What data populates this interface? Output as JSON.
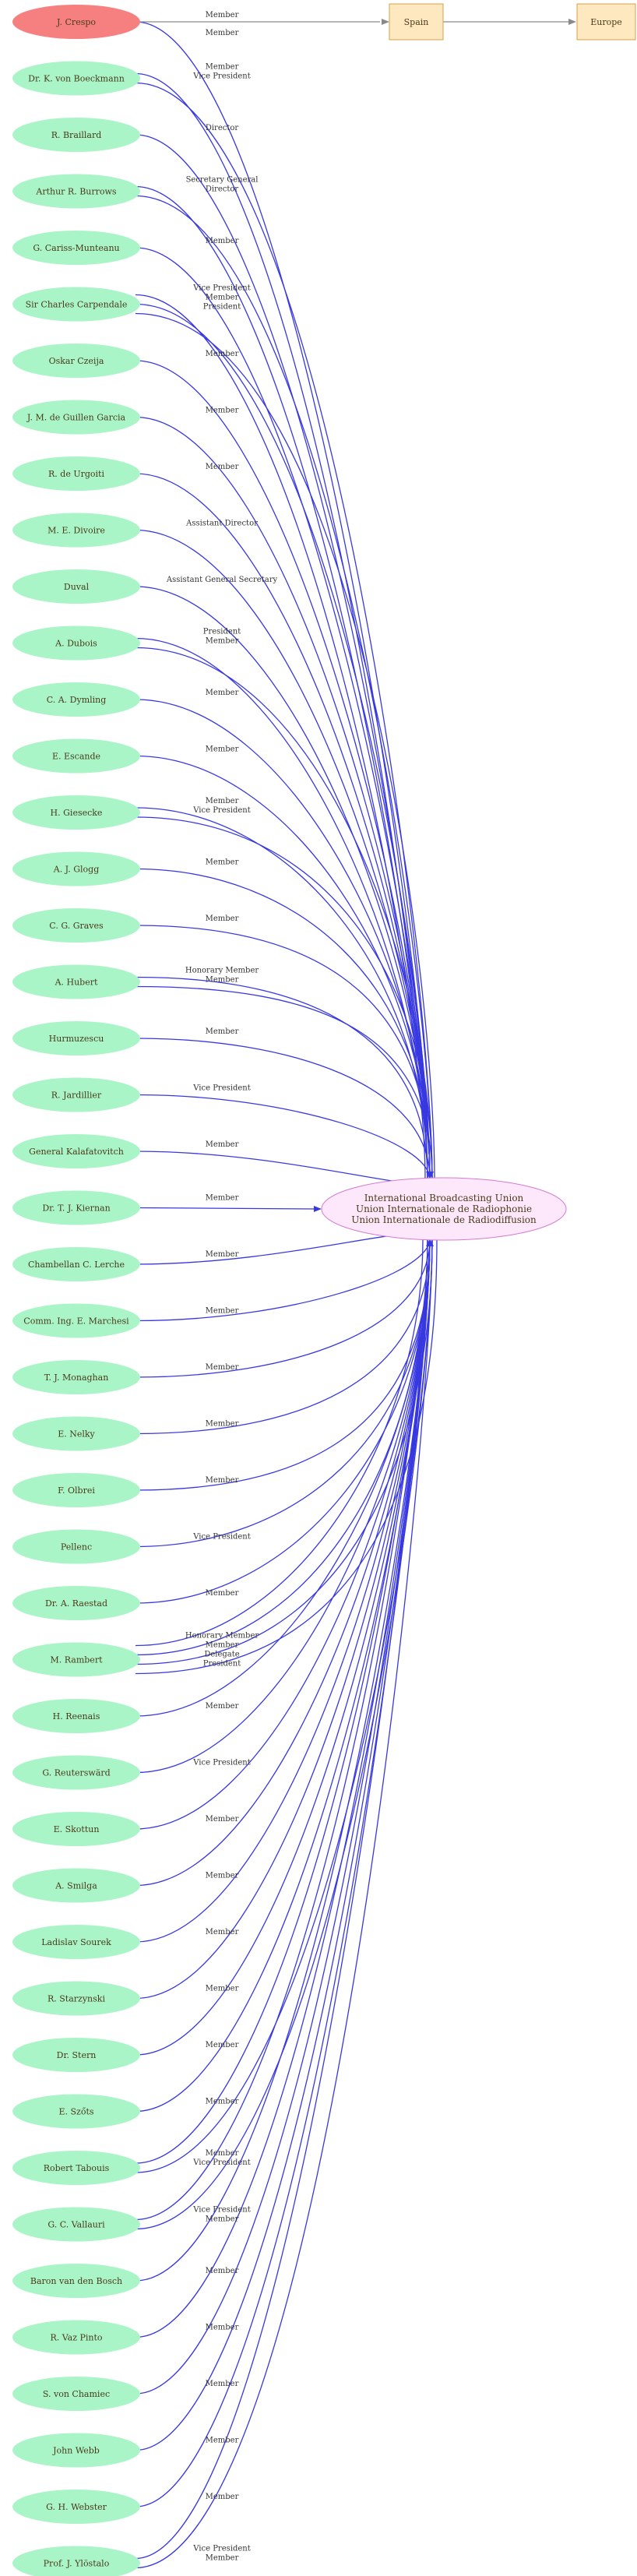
{
  "colors": {
    "person_fill": "#aaf5c8",
    "highlight_fill": "#f68080",
    "hub_fill": "#fde8fb",
    "hub_stroke": "#d47ad2",
    "box_fill": "#fde8bf",
    "box_stroke": "#d5a24a",
    "edge_blue": "#3838e0",
    "edge_grey": "#8a8a8a"
  },
  "hub": {
    "lines": [
      "International Broadcasting Union",
      "Union Internationale de Radiophonie",
      "Union Internationale de Radiodiffusion"
    ]
  },
  "chain": {
    "person": "J. Crespo",
    "person_relation": "Member",
    "country": "Spain",
    "region": "Europe"
  },
  "people": [
    {
      "name": "J. Crespo",
      "relations": [
        "Member"
      ],
      "highlight": true
    },
    {
      "name": "Dr. K. von Boeckmann",
      "relations": [
        "Member",
        "Vice President"
      ]
    },
    {
      "name": "R. Braillard",
      "relations": [
        "Director"
      ]
    },
    {
      "name": "Arthur R. Burrows",
      "relations": [
        "Secretary General",
        "Director"
      ]
    },
    {
      "name": "G. Cariss-Munteanu",
      "relations": [
        "Member"
      ]
    },
    {
      "name": "Sir Charles Carpendale",
      "relations": [
        "Vice President",
        "Member",
        "President"
      ]
    },
    {
      "name": "Oskar Czeija",
      "relations": [
        "Member"
      ]
    },
    {
      "name": "J. M. de Guillen Garcia",
      "relations": [
        "Member"
      ]
    },
    {
      "name": "R. de Urgoiti",
      "relations": [
        "Member"
      ]
    },
    {
      "name": "M. E. Divoire",
      "relations": [
        "Assistant Director"
      ]
    },
    {
      "name": "Duval",
      "relations": [
        "Assistant General Secretary"
      ]
    },
    {
      "name": "A. Dubois",
      "relations": [
        "President",
        "Member"
      ]
    },
    {
      "name": "C. A. Dymling",
      "relations": [
        "Member"
      ]
    },
    {
      "name": "E. Escande",
      "relations": [
        "Member"
      ]
    },
    {
      "name": "H. Giesecke",
      "relations": [
        "Member",
        "Vice President"
      ]
    },
    {
      "name": "A. J. Glogg",
      "relations": [
        "Member"
      ]
    },
    {
      "name": "C. G. Graves",
      "relations": [
        "Member"
      ]
    },
    {
      "name": "A. Hubert",
      "relations": [
        "Honorary Member",
        "Member"
      ]
    },
    {
      "name": "Hurmuzescu",
      "relations": [
        "Member"
      ]
    },
    {
      "name": "R. Jardillier",
      "relations": [
        "Vice President"
      ]
    },
    {
      "name": "General Kalafatovitch",
      "relations": [
        "Member"
      ]
    },
    {
      "name": "Dr. T. J. Kiernan",
      "relations": [
        "Member"
      ]
    },
    {
      "name": "Chambellan C. Lerche",
      "relations": [
        "Member"
      ]
    },
    {
      "name": "Comm. Ing. E. Marchesi",
      "relations": [
        "Member"
      ]
    },
    {
      "name": "T. J. Monaghan",
      "relations": [
        "Member"
      ]
    },
    {
      "name": "E. Nelky",
      "relations": [
        "Member"
      ]
    },
    {
      "name": "F. Olbrei",
      "relations": [
        "Member"
      ]
    },
    {
      "name": "Pellenc",
      "relations": [
        "Vice President"
      ]
    },
    {
      "name": "Dr. A. Raestad",
      "relations": [
        "Member"
      ]
    },
    {
      "name": "M. Rambert",
      "relations": [
        "Honorary Member",
        "Member",
        "Delegate",
        "President"
      ]
    },
    {
      "name": "H. Reenais",
      "relations": [
        "Member"
      ]
    },
    {
      "name": "G. Reuterswärd",
      "relations": [
        "Vice President"
      ]
    },
    {
      "name": "E. Skottun",
      "relations": [
        "Member"
      ]
    },
    {
      "name": "A. Smilga",
      "relations": [
        "Member"
      ]
    },
    {
      "name": "Ladislav Sourek",
      "relations": [
        "Member"
      ]
    },
    {
      "name": "R. Starzynski",
      "relations": [
        "Member"
      ]
    },
    {
      "name": "Dr. Stern",
      "relations": [
        "Member"
      ]
    },
    {
      "name": "E. Szőts",
      "relations": [
        "Member"
      ]
    },
    {
      "name": "Robert Tabouis",
      "relations": [
        "Member",
        "Vice President"
      ]
    },
    {
      "name": "G. C. Vallauri",
      "relations": [
        "Vice President",
        "Member"
      ]
    },
    {
      "name": "Baron van den Bosch",
      "relations": [
        "Member"
      ]
    },
    {
      "name": "R. Vaz Pinto",
      "relations": [
        "Member"
      ]
    },
    {
      "name": "S. von Chamiec",
      "relations": [
        "Member"
      ]
    },
    {
      "name": "John Webb",
      "relations": [
        "Member"
      ]
    },
    {
      "name": "G. H. Webster",
      "relations": [
        "Member"
      ]
    },
    {
      "name": "Prof. J. Ylöstalo",
      "relations": [
        "Vice President",
        "Member"
      ]
    }
  ]
}
